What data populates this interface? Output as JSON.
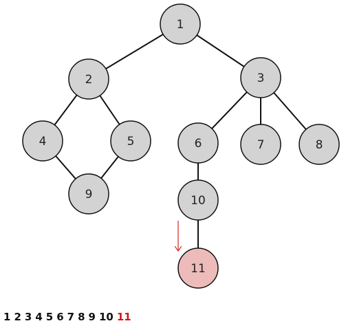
{
  "graph": {
    "nodes": [
      {
        "id": "1",
        "label": "1",
        "state": "visited"
      },
      {
        "id": "2",
        "label": "2",
        "state": "visited"
      },
      {
        "id": "3",
        "label": "3",
        "state": "visited"
      },
      {
        "id": "4",
        "label": "4",
        "state": "visited"
      },
      {
        "id": "5",
        "label": "5",
        "state": "visited"
      },
      {
        "id": "6",
        "label": "6",
        "state": "visited"
      },
      {
        "id": "7",
        "label": "7",
        "state": "visited"
      },
      {
        "id": "8",
        "label": "8",
        "state": "visited"
      },
      {
        "id": "9",
        "label": "9",
        "state": "visited"
      },
      {
        "id": "10",
        "label": "10",
        "state": "visited"
      },
      {
        "id": "11",
        "label": "11",
        "state": "current"
      }
    ],
    "edges": [
      [
        "1",
        "2"
      ],
      [
        "1",
        "3"
      ],
      [
        "2",
        "4"
      ],
      [
        "2",
        "5"
      ],
      [
        "4",
        "9"
      ],
      [
        "5",
        "9"
      ],
      [
        "3",
        "6"
      ],
      [
        "3",
        "7"
      ],
      [
        "3",
        "8"
      ],
      [
        "6",
        "10"
      ],
      [
        "10",
        "11"
      ]
    ],
    "pointer_target": "11",
    "colors": {
      "visited_fill": "#d3d3d3",
      "current_fill": "#eebbbb",
      "stroke": "#111111",
      "pointer": "#dd2222"
    }
  },
  "visit_order": {
    "items": [
      "1",
      "2",
      "3",
      "4",
      "5",
      "6",
      "7",
      "8",
      "9",
      "10",
      "11"
    ],
    "current": "11"
  }
}
